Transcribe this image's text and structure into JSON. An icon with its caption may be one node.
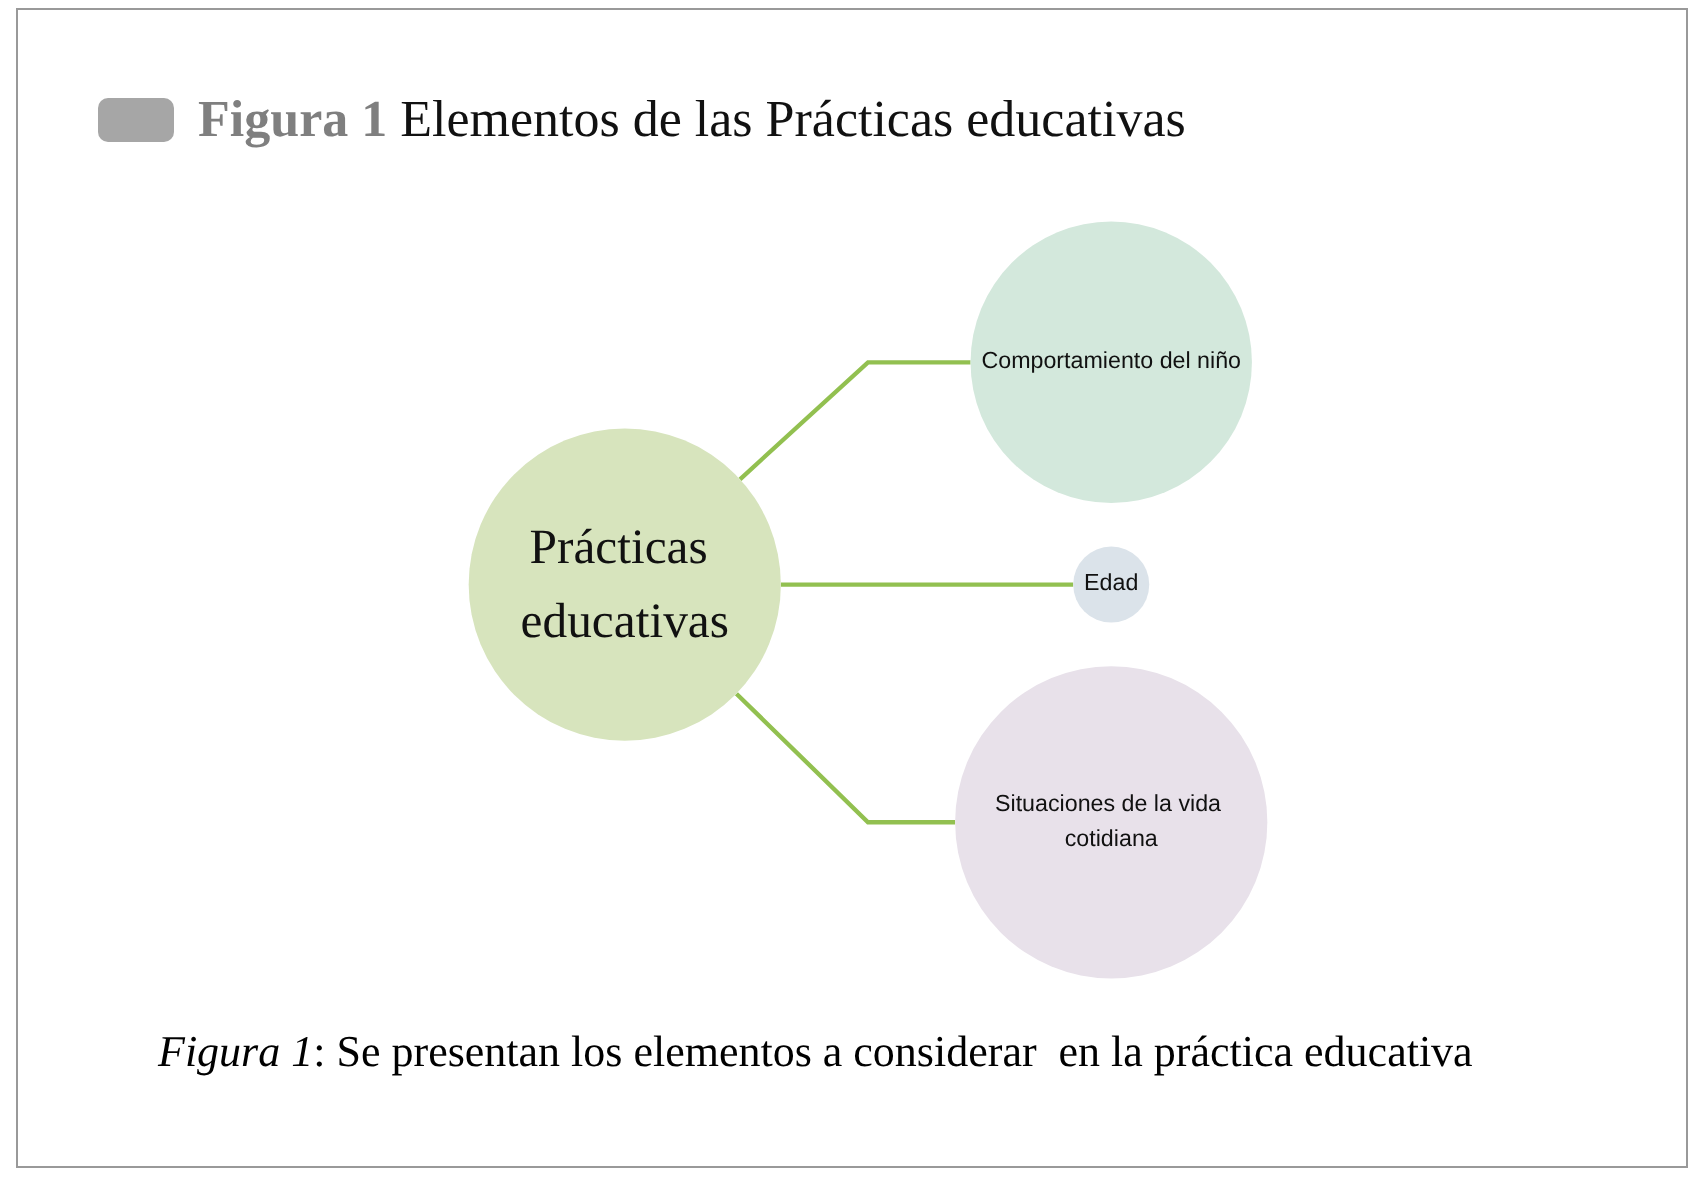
{
  "diagram": {
    "title": "**Figura 1** Elementos de las Prácticas educativas",
    "caption": "*Figura 1*: Se presentan los elementos a considerar  en la práctica educativa",
    "nodes": [
      {
        "text": [
          "Prácticas educativas"
        ]
      },
      {
        "text": [
          "Comportamiento del niño"
        ]
      },
      {
        "text": [
          "Edad"
        ]
      },
      {
        "text": [
          "Situaciones de la vida cotidiana"
        ]
      }
    ],
    "edges": [
      {
        "from": 0,
        "to": 1,
        "arrow": "none"
      },
      {
        "from": 0,
        "to": 2,
        "arrow": "none"
      },
      {
        "from": 0,
        "to": 3,
        "arrow": "none"
      }
    ]
  }
}
